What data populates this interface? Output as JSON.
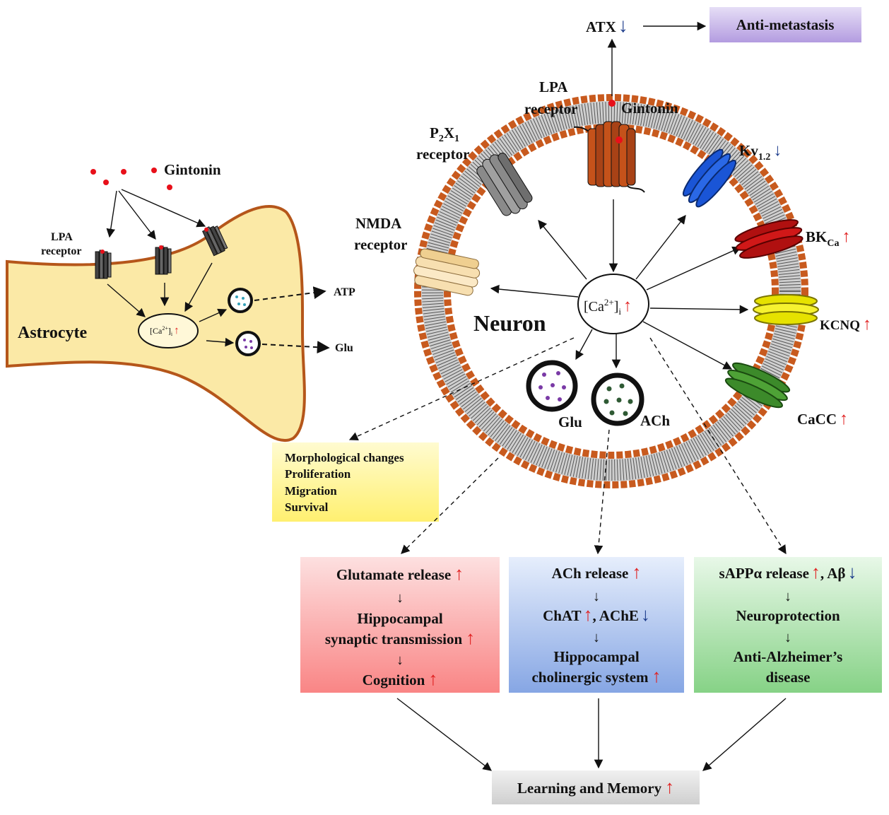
{
  "colors": {
    "astrocyte_fill": "#fbe9a6",
    "astrocyte_stroke": "#b5561a",
    "gintonin_dot": "#e8101a",
    "up_arrow": "#e02020",
    "down_arrow": "#1a3a8a",
    "box_glutamate": "#f98e8e",
    "box_ach": "#8faee6",
    "box_sapp": "#8fd68f",
    "box_morph": "#fff27a",
    "box_anti_metastasis": "#b9a5e0",
    "box_learning": "#d8d8d8",
    "kv": "#1a55d6",
    "bkca": "#c81414",
    "kcnq": "#e6e200",
    "cacc": "#3c8a2a",
    "p2x1": "#8a8a8a",
    "nmda": "#f7dfb0",
    "lpa_neuron": "#c5521a"
  },
  "symbols": {
    "up": "↑",
    "down": "↓"
  },
  "astrocyte": {
    "label": "Astrocyte",
    "gintonin": "Gintonin",
    "lpa_receptor_line1": "LPA",
    "lpa_receptor_line2": "receptor",
    "ca_main": "[Ca",
    "ca_sup": "2+",
    "ca_tail": "]",
    "ca_sub": "i",
    "atp": "ATP",
    "glu": "Glu"
  },
  "neuron": {
    "label": "Neuron",
    "ca_main": "[Ca",
    "ca_sup": "2+",
    "ca_tail": "]",
    "ca_sub": "i",
    "gintonin": "Gintonin",
    "lpa_line1": "LPA",
    "lpa_line2": "receptor",
    "p2x1_p": "P",
    "p2x1_sub2": "2",
    "p2x1_x": "X",
    "p2x1_sub1": "1",
    "p2x1_line2": "receptor",
    "nmda_line1": "NMDA",
    "nmda_line2": "receptor",
    "kv": "Kv",
    "kv_sub": "1.2",
    "bk": "BK",
    "bk_sub": "Ca",
    "kcnq": "KCNQ",
    "cacc": "CaCC",
    "glu": "Glu",
    "ach": "ACh"
  },
  "top": {
    "atx": "ATX",
    "anti_metastasis": "Anti-metastasis"
  },
  "morph_box": {
    "lines": [
      "Morphological changes",
      "Proliferation",
      "Migration",
      "Survival"
    ]
  },
  "box_glutamate": {
    "line1": "Glutamate release",
    "line2": "Hippocampal",
    "line3": "synaptic transmission",
    "line4": "Cognition"
  },
  "box_ach": {
    "line1": "ACh release",
    "line2a": "ChAT",
    "line2b": ", AChE",
    "line3": "Hippocampal",
    "line4": "cholinergic system"
  },
  "box_sapp": {
    "line1a": "sAPPα release",
    "line1b": ", Aβ",
    "line2": "Neuroprotection",
    "line3": "Anti-Alzheimer’s",
    "line4": "disease"
  },
  "learning": {
    "label": "Learning and Memory"
  }
}
